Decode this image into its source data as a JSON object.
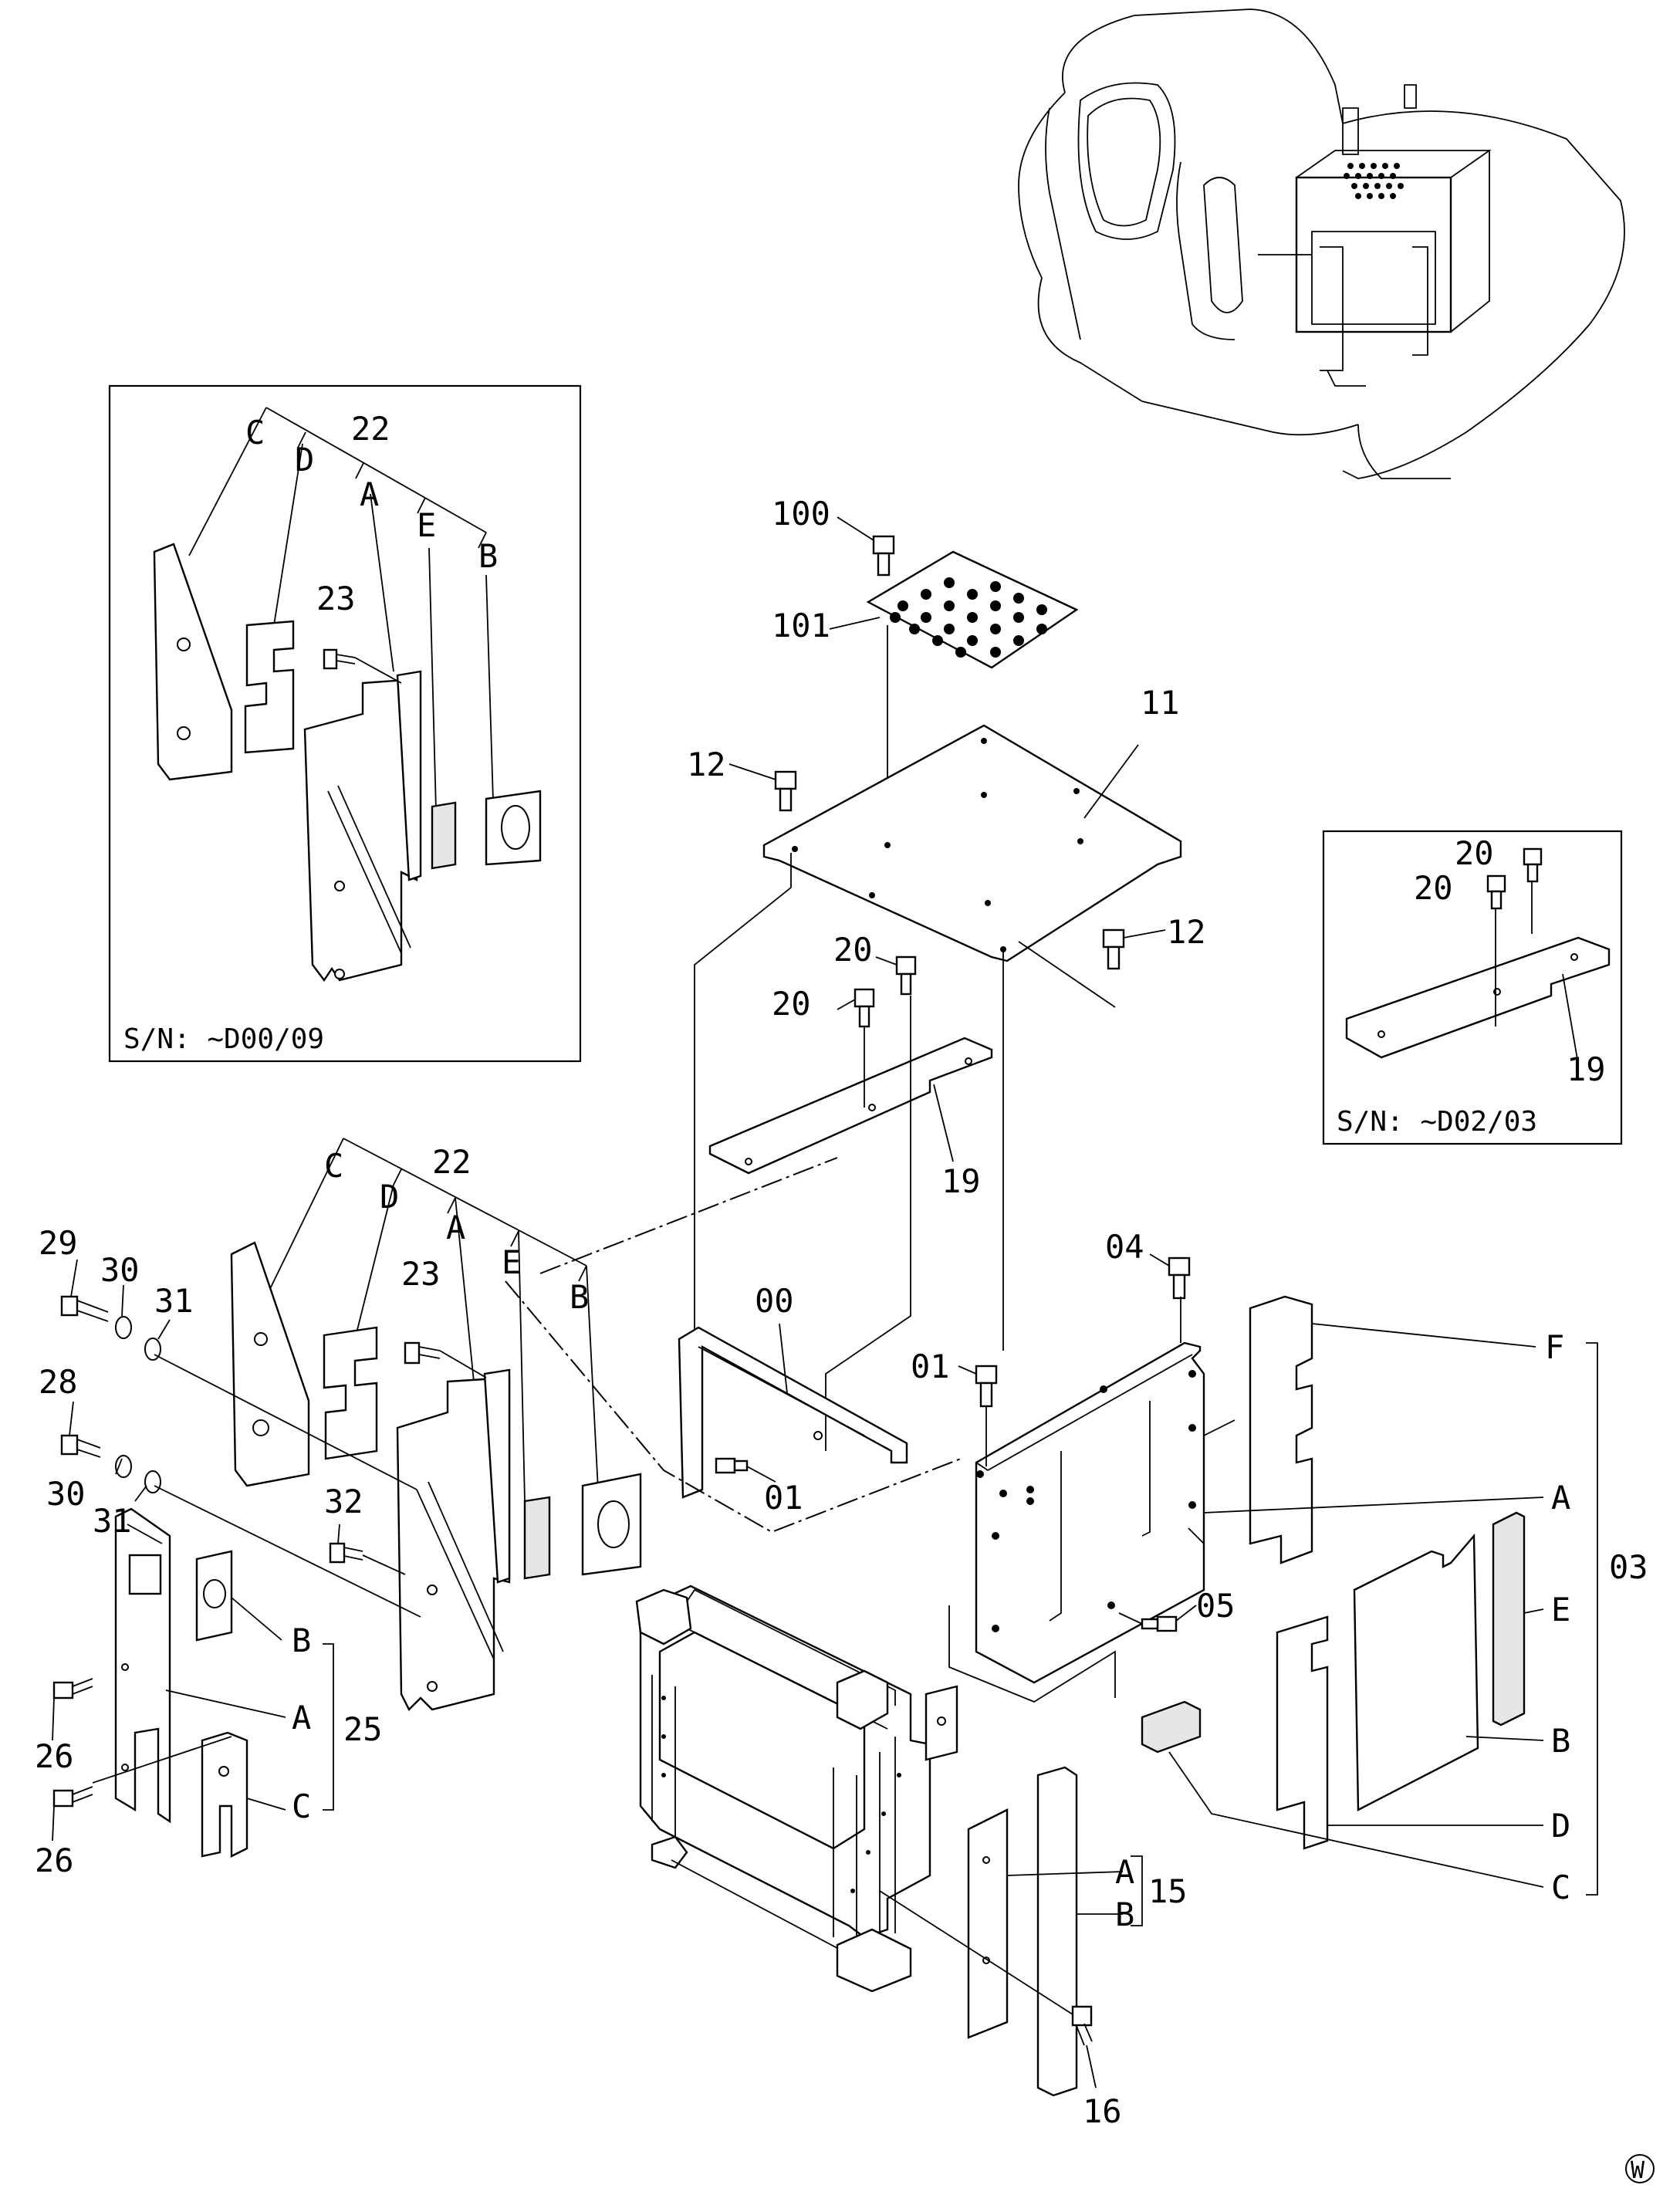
{
  "diagram": {
    "labels": {
      "p100": "100",
      "p101": "101",
      "p11": "11",
      "p12a": "12",
      "p12b": "12",
      "p20a": "20",
      "p20b": "20",
      "p19": "19",
      "p00": "00",
      "p01a": "01",
      "p01b": "01",
      "p04": "04",
      "p05": "05",
      "p03": "03",
      "p15": "15",
      "p16": "16",
      "p22main": "22",
      "p23main": "23",
      "p32": "32",
      "p29": "29",
      "p30a": "30",
      "p30b": "30",
      "p31a": "31",
      "p31b": "31",
      "p28": "28",
      "p26a": "26",
      "p26b": "26",
      "p25": "25",
      "letterC_main": "C",
      "letterD_main": "D",
      "letterA_main": "A",
      "letterE_main": "E",
      "letterB_main": "B",
      "r03_F": "F",
      "r03_A": "A",
      "r03_E": "E",
      "r03_B": "B",
      "r03_D": "D",
      "r03_C": "C",
      "r15_A": "A",
      "r15_B": "B",
      "l25_B": "B",
      "l25_A": "A",
      "l25_C": "C",
      "watermark": "W"
    },
    "inset_left": {
      "serial": "S/N:  ~D00/09",
      "p22": "22",
      "p23": "23",
      "C": "C",
      "D": "D",
      "A": "A",
      "E": "E",
      "B": "B"
    },
    "inset_right": {
      "serial": "S/N:  ~D02/03",
      "p20a": "20",
      "p20b": "20",
      "p19": "19"
    }
  },
  "legend_colors": {
    "line": "#000000",
    "background": "#ffffff"
  }
}
